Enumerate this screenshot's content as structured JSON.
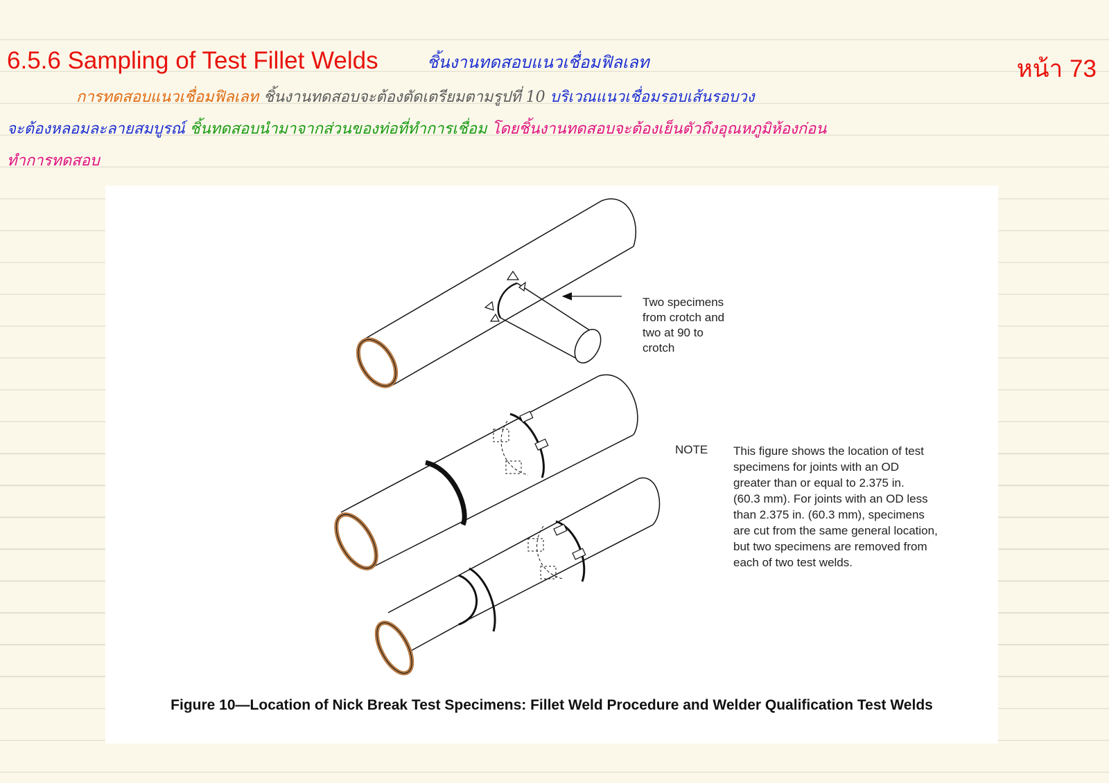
{
  "header": {
    "title": "6.5.6 Sampling of Test Fillet Welds",
    "handwritten_title": "ชิ้นงานทดสอบแนวเชื่อมฟิลเลท",
    "page_number": "หน้า 73"
  },
  "notes": {
    "line1": [
      {
        "text": "การทดสอบแนวเชื่อมฟิลเลท",
        "color": "#e06a10"
      },
      {
        "text": "ชิ้นงานทดสอบจะต้องตัดเตรียมตามรูปที่ 10",
        "color": "#5a5a5a"
      },
      {
        "text": "บริเวณแนวเชื่อมรอบเส้นรอบวง",
        "color": "#1d2fd0"
      }
    ],
    "line2": [
      {
        "text": "จะต้องหลอมละลายสมบูรณ์",
        "color": "#1d2fd0"
      },
      {
        "text": "ชิ้นทดสอบนำมาจากส่วนของท่อที่ทำการเชื่อม",
        "color": "#199a12"
      },
      {
        "text": "โดยชิ้นงานทดสอบจะต้องเย็นตัวถึงอุณหภูมิห้องก่อน",
        "color": "#e0117f"
      }
    ],
    "line3": [
      {
        "text": "ทำการทดสอบ",
        "color": "#e0117f"
      }
    ]
  },
  "figure": {
    "callout": "Two specimens\nfrom crotch and\ntwo at 90 to\ncrotch",
    "note_label": "NOTE",
    "note_text": "This figure shows the location of test\nspecimens for joints with an OD\ngreater than or equal to 2.375 in.\n(60.3 mm). For joints with an OD less\nthan 2.375 in. (60.3 mm), specimens\nare cut from the same general location,\nbut two specimens are removed from\neach of two test welds.",
    "caption": "Figure  10—Location of Nick Break Test Specimens: Fillet Weld Procedure and Welder Qualification Test Welds",
    "pipe_wall_color": "#b57a45"
  }
}
